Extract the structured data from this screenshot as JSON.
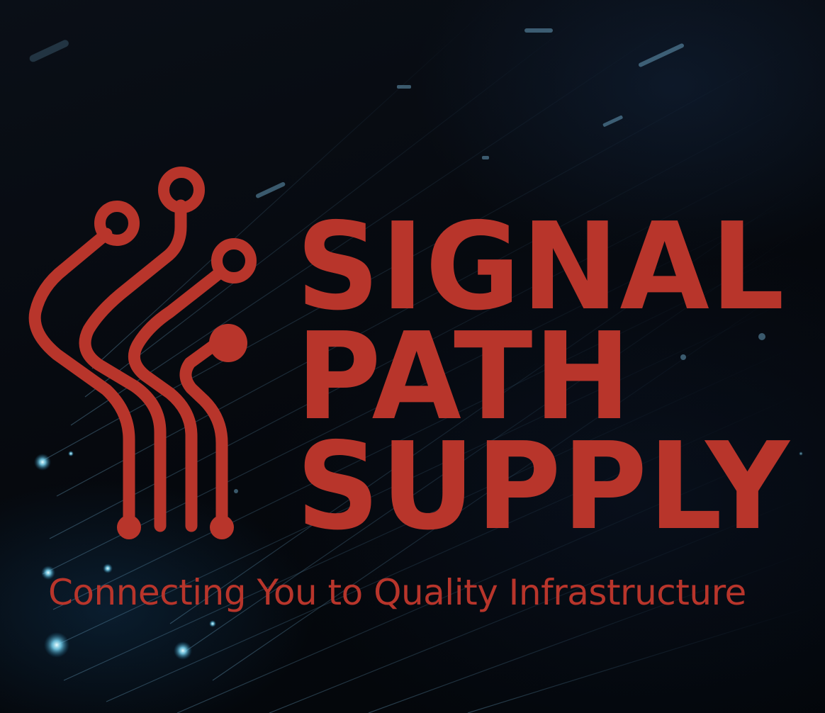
{
  "brand": {
    "line1": "SIGNAL",
    "line2": "PATH",
    "line3": "SUPPLY",
    "tagline": "Connecting You to Quality Infrastructure"
  },
  "icons": {
    "logo_mark": "circuit-traces-icon"
  },
  "colors": {
    "brand_red": "#b8352b",
    "background": "#05080d",
    "fiber_glow": "#7fe0ff"
  }
}
